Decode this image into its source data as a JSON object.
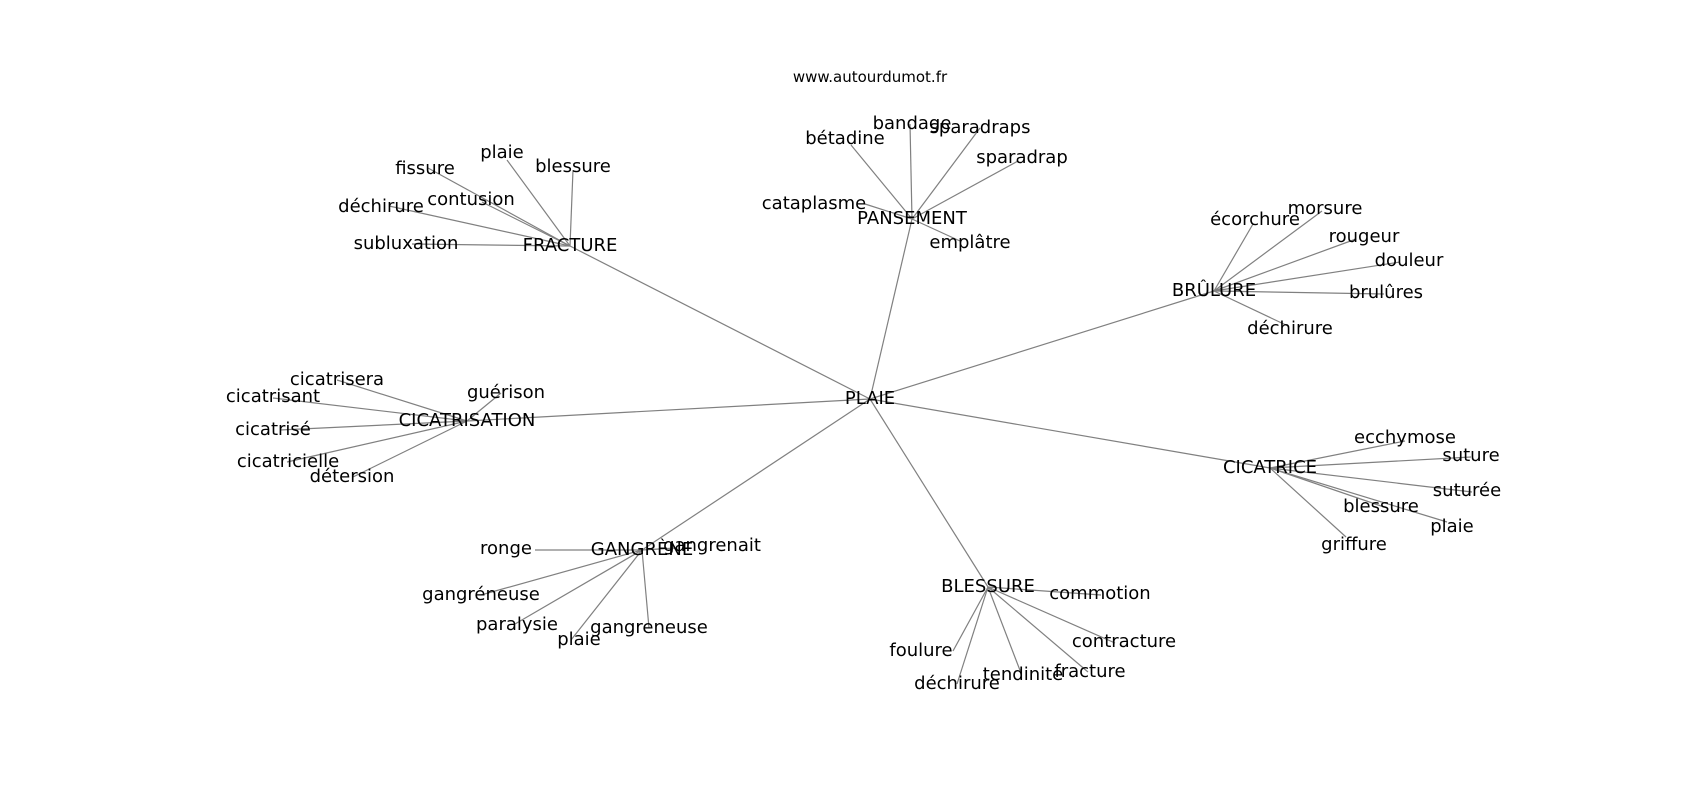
{
  "watermark": "www.autourdumot.fr",
  "colors": {
    "edge": "#808080",
    "text": "#000000",
    "background": "#ffffff"
  },
  "graph": {
    "center": "PLAIE",
    "groups": [
      {
        "hub": "FRACTURE",
        "leaves": [
          "plaie",
          "blessure",
          "fissure",
          "contusion",
          "déchirure",
          "subluxation"
        ]
      },
      {
        "hub": "PANSEMENT",
        "leaves": [
          "bandage",
          "sparadraps",
          "bétadine",
          "sparadrap",
          "cataplasme",
          "emplâtre"
        ]
      },
      {
        "hub": "BRÛLURE",
        "leaves": [
          "morsure",
          "écorchure",
          "rougeur",
          "douleur",
          "brulûres",
          "déchirure"
        ]
      },
      {
        "hub": "CICATRISATION",
        "leaves": [
          "cicatrisera",
          "guérison",
          "cicatrisant",
          "cicatrisé",
          "cicatricielle",
          "détersion"
        ]
      },
      {
        "hub": "CICATRICE",
        "leaves": [
          "ecchymose",
          "suture",
          "suturée",
          "blessure",
          "plaie",
          "griffure"
        ]
      },
      {
        "hub": "GANGRÈNE",
        "leaves": [
          "gangrenait",
          "ronge",
          "gangréneuse",
          "paralysie",
          "gangreneuse",
          "plaie"
        ]
      },
      {
        "hub": "BLESSURE",
        "leaves": [
          "commotion",
          "contracture",
          "foulure",
          "fracture",
          "tendinite",
          "déchirure"
        ]
      }
    ]
  }
}
